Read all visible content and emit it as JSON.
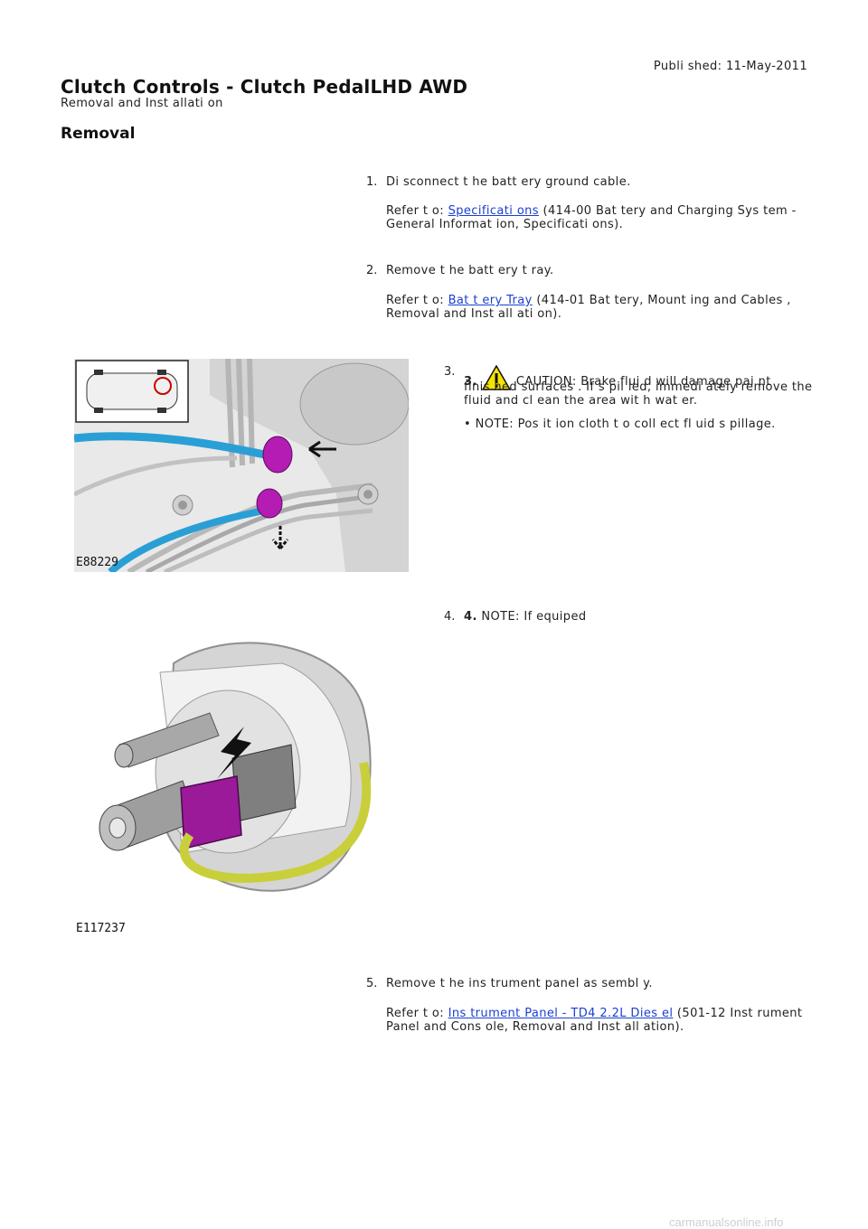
{
  "header": {
    "published": "Publi shed: 11-May-2011",
    "title": "Clutch Controls - Clutch PedalLHD AWD",
    "subtitle": "Removal and Inst allati on",
    "section": "Removal"
  },
  "steps": [
    {
      "number": "1.",
      "text": "Di sconnect t he batt ery ground cable.",
      "refer_prefix": "Refer t o:",
      "link": "Specificati ons",
      "refer_suffix": "(414-00 Bat tery and Charging Sys tem -",
      "refer_line2": "General Informat ion, Specificati ons)."
    },
    {
      "number": "2.",
      "text": "Remove t he batt ery t ray.",
      "refer_prefix": "Refer t o:",
      "link": "Bat t ery Tray",
      "refer_suffix": "(414-01 Bat tery, Mount ing and Cables ,",
      "refer_line2": "Removal and Inst all ati on)."
    },
    {
      "number": "3.",
      "bold": "3.",
      "caution_line1": "CAUTION: Brake flui d will damage pai nt",
      "caution_line2": "finis hed surfaces . If s pil led, immedi ately remove the",
      "caution_line3": "fluid and cl ean the area wit h wat er.",
      "note": "• NOTE: Pos it ion cloth t o coll ect fl uid s pillage.",
      "figure_label": "E88229"
    },
    {
      "number": "4.",
      "bold": "4.",
      "note": "NOTE: If equiped",
      "figure_label": "E117237"
    },
    {
      "number": "5.",
      "text": "Remove t he ins trument panel as sembl y.",
      "refer_prefix": "Refer t o:",
      "link": "Ins trument Panel - TD4 2.2L Dies el",
      "refer_suffix": "(501-12 Inst rument",
      "refer_line2": "Panel and Cons ole, Removal and Inst all ation)."
    }
  ],
  "watermark": "carmanualsonline.info",
  "colors": {
    "link": "#1a3fd1",
    "connector_magenta": "#b41cb4",
    "hose_blue": "#2a9fd6",
    "wire_yellow": "#c9cf3a",
    "caution_yellow": "#f5e400"
  }
}
